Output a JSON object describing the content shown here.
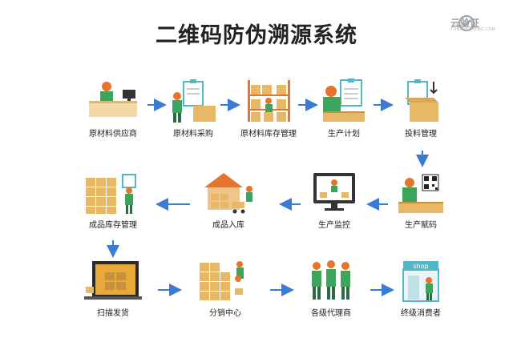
{
  "title": "二维码防伪溯源系统",
  "logo": {
    "name": "云验证",
    "subtext": "YUNYANZHENG.COM",
    "icon": "cloud-verify-logo-icon"
  },
  "colors": {
    "arrow": "#3a7bd5",
    "box": "#e7b866",
    "box_dark": "#c8913e",
    "worker_shirt": "#3aa55b",
    "worker_helmet": "#e8742b",
    "board": "#52b7c9"
  },
  "steps": [
    {
      "id": "raw-material-supplier",
      "label": "原材料供应商",
      "icon": "supplier-desk-icon"
    },
    {
      "id": "raw-material-purchase",
      "label": "原材料采购",
      "icon": "purchase-worker-icon"
    },
    {
      "id": "raw-material-inventory",
      "label": "原材料库存管理",
      "icon": "warehouse-shelf-icon"
    },
    {
      "id": "production-plan",
      "label": "生产计划",
      "icon": "planning-board-icon"
    },
    {
      "id": "feeding-management",
      "label": "投料管理",
      "icon": "feeding-box-icon"
    },
    {
      "id": "production-coding",
      "label": "生产赋码",
      "icon": "qr-coding-icon"
    },
    {
      "id": "production-monitoring",
      "label": "生产监控",
      "icon": "monitor-screen-icon"
    },
    {
      "id": "finished-goods-inbound",
      "label": "成品入库",
      "icon": "house-cart-icon"
    },
    {
      "id": "finished-goods-inventory",
      "label": "成品库存管理",
      "icon": "inventory-stack-icon"
    },
    {
      "id": "scan-and-ship",
      "label": "扫描发货",
      "icon": "truck-loading-icon"
    },
    {
      "id": "distribution-center",
      "label": "分销中心",
      "icon": "distribution-boxes-icon"
    },
    {
      "id": "agents-at-all-levels",
      "label": "各级代理商",
      "icon": "agents-group-icon"
    },
    {
      "id": "end-consumer",
      "label": "终级消费者",
      "icon": "shop-icon"
    }
  ],
  "flow_order": [
    "原材料供应商",
    "原材料采购",
    "原材料库存管理",
    "生产计划",
    "投料管理",
    "生产赋码",
    "生产监控",
    "成品入库",
    "成品库存管理",
    "扫描发货",
    "分销中心",
    "各级代理商",
    "终级消费者"
  ],
  "shop_sign": "shop"
}
